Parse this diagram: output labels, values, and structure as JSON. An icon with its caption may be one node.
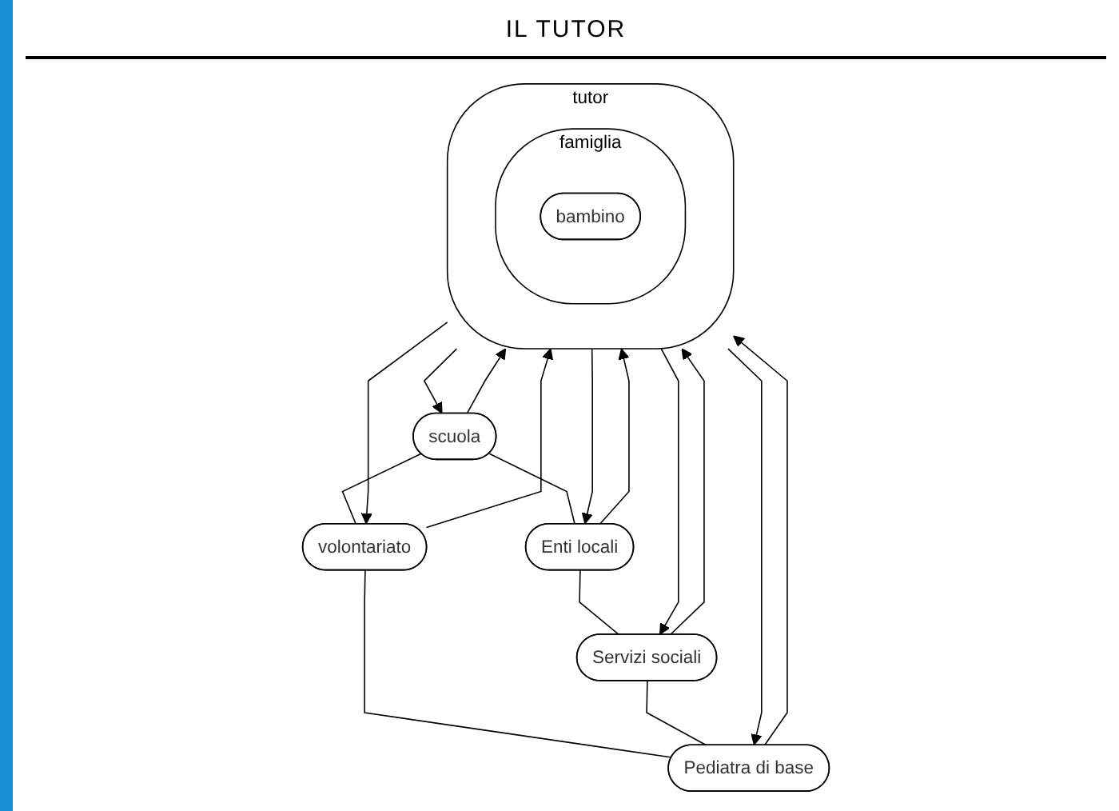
{
  "diagram": {
    "title": "IL TUTOR",
    "nodes": [
      {
        "text": [
          "scuola"
        ]
      },
      {
        "text": [
          "volontariato"
        ]
      },
      {
        "text": [
          "tutor"
        ]
      },
      {
        "text": [
          "famiglia"
        ],
        "in": 2
      },
      {
        "text": [
          "bambino"
        ],
        "in": 3
      },
      {
        "text": [
          "Enti locali"
        ]
      },
      {
        "text": [
          "Pediatra di base"
        ]
      },
      {
        "text": [
          "Servizi sociali"
        ]
      }
    ],
    "edges": [
      {
        "from": 0,
        "to": 1,
        "arrow": "none"
      },
      {
        "from": 0,
        "to": 2,
        "arrow": "to"
      },
      {
        "from": 2,
        "to": 0,
        "arrow": "to"
      },
      {
        "from": 1,
        "to": 2,
        "arrow": "to"
      },
      {
        "from": 2,
        "to": 1,
        "arrow": "to"
      },
      {
        "from": 0,
        "to": 5,
        "arrow": "none"
      },
      {
        "from": 1,
        "to": 6,
        "arrow": "none"
      },
      {
        "from": 5,
        "to": 2,
        "arrow": "to"
      },
      {
        "from": 2,
        "to": 5,
        "arrow": "to"
      },
      {
        "from": 6,
        "to": 2,
        "arrow": "to"
      },
      {
        "from": 2,
        "to": 6,
        "arrow": "to"
      },
      {
        "from": 7,
        "to": 2,
        "arrow": "to"
      },
      {
        "from": 2,
        "to": 7,
        "arrow": "to"
      },
      {
        "from": 5,
        "to": 7,
        "arrow": "none"
      },
      {
        "from": 7,
        "to": 6,
        "arrow": "none"
      }
    ]
  }
}
